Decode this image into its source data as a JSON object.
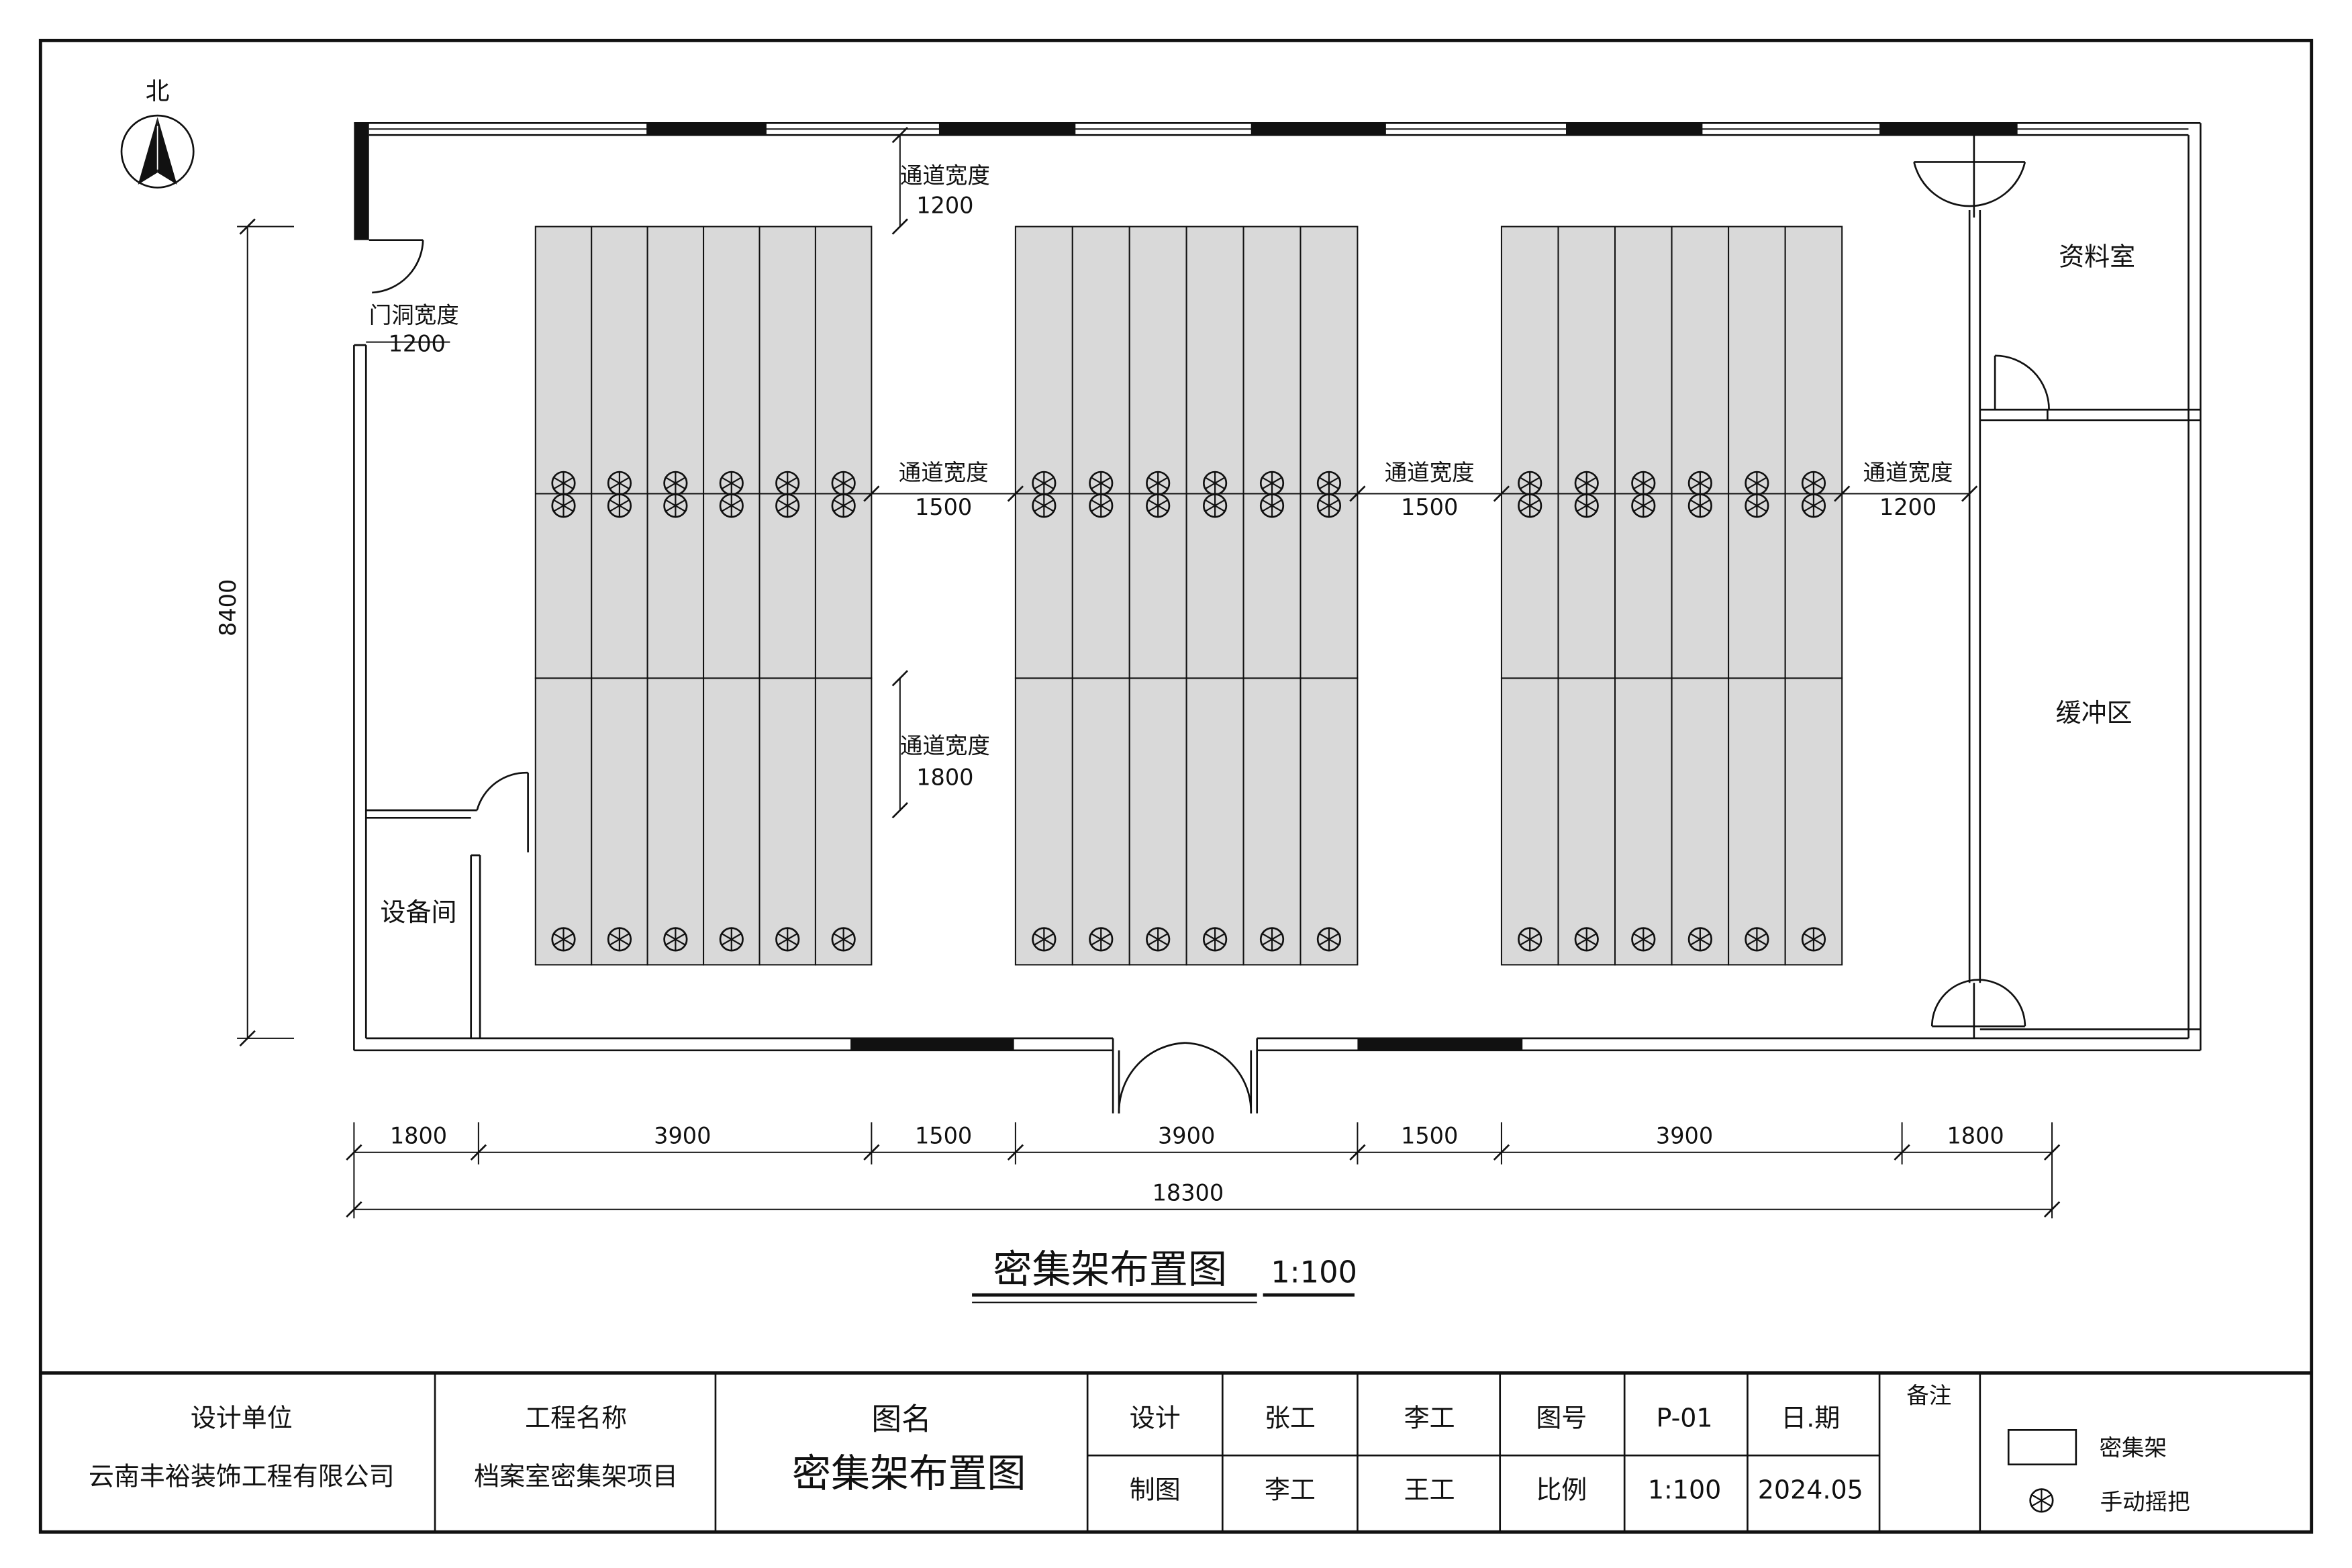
{
  "compass": {
    "label": "北"
  },
  "overall_height": "8400",
  "door_opening": {
    "label": "门洞宽度",
    "value": "1200"
  },
  "aisles": {
    "top": {
      "label": "通道宽度",
      "value": "1200"
    },
    "between_1_2": {
      "label": "通道宽度",
      "value": "1500"
    },
    "between_2_3": {
      "label": "通道宽度",
      "value": "1500"
    },
    "right_side": {
      "label": "通道宽度",
      "value": "1200"
    },
    "lower": {
      "label": "通道宽度",
      "value": "1800"
    }
  },
  "rooms": {
    "archive": "资料室",
    "buffer": "缓冲区",
    "equipment": "设备间"
  },
  "bottom_dimensions": [
    "1800",
    "3900",
    "1500",
    "3900",
    "1500",
    "3900",
    "1800"
  ],
  "overall_width": "18300",
  "drawing_title": {
    "name": "密集架布置图",
    "scale": "1:100"
  },
  "title_block": {
    "design_unit": {
      "label": "设计单位",
      "value": "云南丰裕装饰工程有限公司"
    },
    "project_name": {
      "label": "工程名称",
      "value": "档案室密集架项目"
    },
    "drawing_name": {
      "label": "图名",
      "value": "密集架布置图"
    },
    "design": {
      "label": "设计",
      "name_1": "张工",
      "name_2": "李工"
    },
    "drafting": {
      "label": "制图",
      "name_1": "李工",
      "name_2": "王工"
    },
    "drawing_no": {
      "label": "图号",
      "value": "P-01"
    },
    "scale": {
      "label": "比例",
      "value": "1:100"
    },
    "date": {
      "label": "日.期",
      "value": "2024.05"
    },
    "remarks": {
      "label": "备注"
    }
  },
  "legend": {
    "shelf": "密集架",
    "handle": "手动摇把"
  },
  "colors": {
    "shelf": "#d9d9d9",
    "line": "#111111",
    "paper": "#ffffff"
  }
}
